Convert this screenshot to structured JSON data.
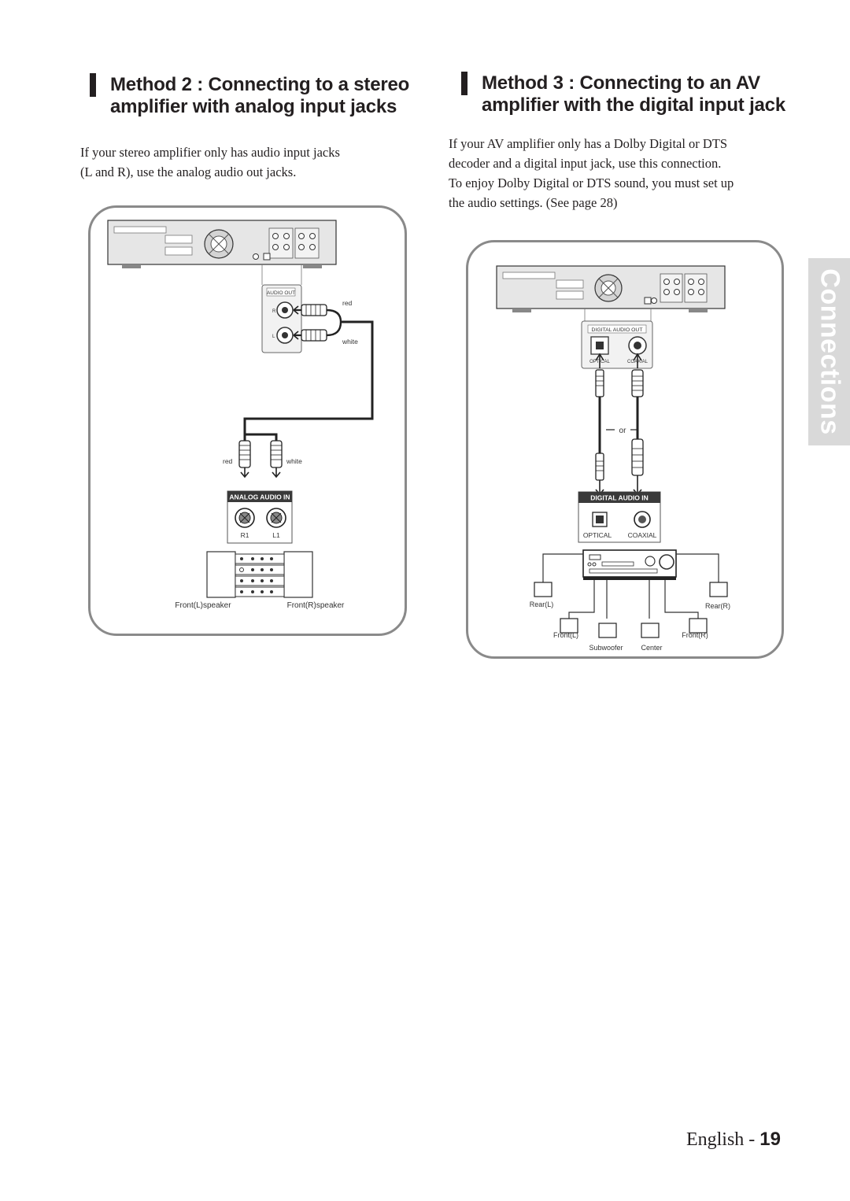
{
  "method2": {
    "title_line1": "Method 2 : Connecting to a stereo",
    "title_line2": "amplifier with analog input jacks",
    "desc_line1": "If your stereo amplifier only has audio input jacks",
    "desc_line2": "(L and R), use the analog audio out jacks.",
    "diagram": {
      "audio_out_label": "AUDIO OUT",
      "jack_r": "R",
      "jack_l": "L",
      "cable_red": "red",
      "cable_white": "white",
      "plug_red": "red",
      "plug_white": "white",
      "analog_in_label": "ANALOG AUDIO IN",
      "r1": "R1",
      "l1": "L1",
      "front_l_speaker": "Front(L)speaker",
      "front_r_speaker": "Front(R)speaker"
    }
  },
  "method3": {
    "title_line1": "Method 3 : Connecting to an AV",
    "title_line2": "amplifier with the digital input jack",
    "desc_line1": "If your AV amplifier only has a Dolby Digital or DTS",
    "desc_line2": "decoder and a digital input jack, use this connection.",
    "desc_line3": "To enjoy Dolby Digital or DTS sound, you must set up",
    "desc_line4": "the audio settings. (See page 28)",
    "diagram": {
      "digital_out_label": "DIGITAL AUDIO OUT",
      "optical_out": "OPTICAL",
      "coaxial_out": "COAXIAL",
      "or_label": "or",
      "digital_in_label": "DIGITAL AUDIO IN",
      "optical_in": "OPTICAL",
      "coaxial_in": "COAXIAL",
      "rear_l": "Rear(L)",
      "rear_r": "Rear(R)",
      "front_l": "Front(L)",
      "front_r": "Front(R)",
      "subwoofer": "Subwoofer",
      "center": "Center"
    }
  },
  "side_tab": "Connections",
  "footer": {
    "language": "English - ",
    "page": "19"
  }
}
